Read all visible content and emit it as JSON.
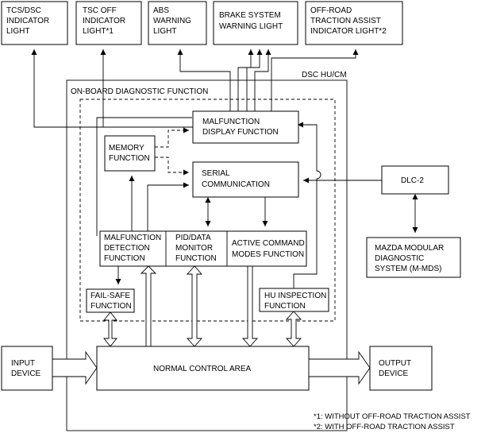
{
  "outputs": {
    "tcs_dsc": [
      "TCS/DSC",
      "INDICATOR",
      "LIGHT"
    ],
    "tsc_off": [
      "TSC OFF",
      "INDICATOR",
      "LIGHT*1"
    ],
    "abs": [
      "ABS",
      "WARNING",
      "LIGHT"
    ],
    "brake": [
      "BRAKE SYSTEM",
      "WARNING LIGHT"
    ],
    "offroad": [
      "OFF-ROAD",
      "TRACTION ASSIST",
      "INDICATOR LIGHT*2"
    ]
  },
  "module_label": "DSC HU/CM",
  "obd_label": "ON-BOARD DIAGNOSTIC FUNCTION",
  "functions": {
    "malfunction_display": [
      "MALFUNCTION",
      "DISPLAY FUNCTION"
    ],
    "memory": [
      "MEMORY",
      "FUNCTION"
    ],
    "serial": [
      "SERIAL",
      "COMMUNICATION"
    ],
    "malfunction_detection": [
      "MALFUNCTION",
      "DETECTION",
      "FUNCTION"
    ],
    "pid_monitor": [
      "PID/DATA",
      "MONITOR",
      "FUNCTION"
    ],
    "active_command": [
      "ACTIVE COMMAND",
      "MODES FUNCTION"
    ],
    "fail_safe": [
      "FAIL-SAFE",
      "FUNCTION"
    ],
    "hu_inspection": [
      "HU INSPECTION",
      "FUNCTION"
    ],
    "normal_control": "NORMAL CONTROL AREA"
  },
  "external": {
    "dlc": "DLC-2",
    "mmds": [
      "MAZDA MODULAR",
      "DIAGNOSTIC",
      "SYSTEM (M-MDS)"
    ],
    "input": [
      "INPUT",
      "DEVICE"
    ],
    "output": [
      "OUTPUT",
      "DEVICE"
    ]
  },
  "footnotes": [
    "*1: WITHOUT OFF-ROAD TRACTION ASSIST",
    "*2: WITH OFF-ROAD TRACTION ASSIST"
  ]
}
